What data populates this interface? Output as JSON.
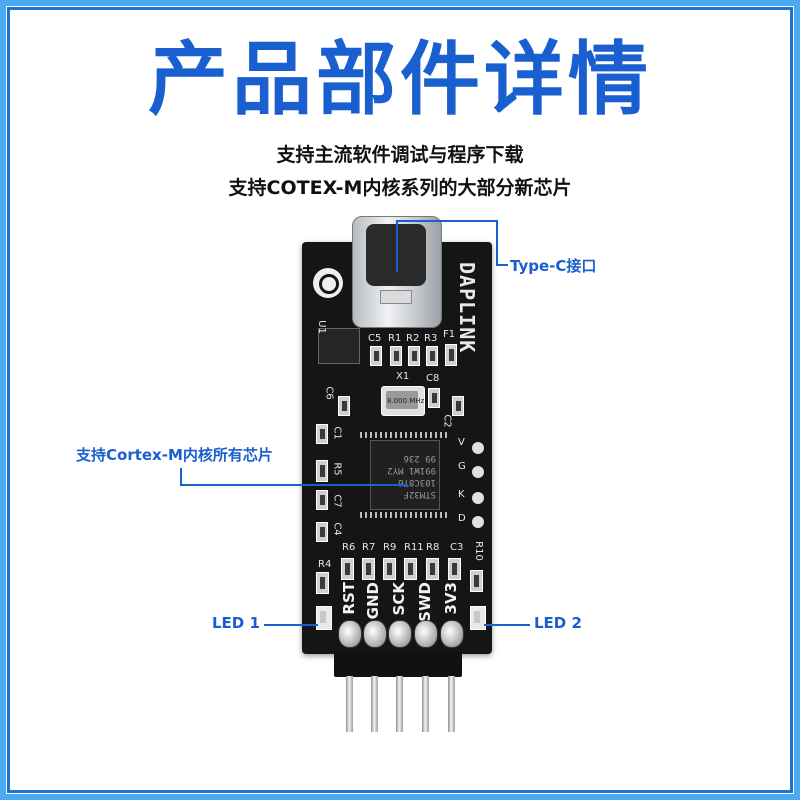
{
  "title": "产品部件详情",
  "subtitle_lines": [
    "支持主流软件调试与程序下载",
    "支持COTEX-M内核系列的大部分新芯片"
  ],
  "callouts": {
    "usb": "Type-C接口",
    "chip": "支持Cortex-M内核所有芯片",
    "led1": "LED 1",
    "led2": "LED 2"
  },
  "board": {
    "brand": "DAPLINK",
    "chip_text": "STM32F 103C8T6 991W1 MY2 99 236",
    "crystal_text": "8.000 MHz",
    "pins": [
      "RST",
      "GND",
      "SCK",
      "SWD",
      "3V3"
    ],
    "component_labels": [
      "U1",
      "C5",
      "R1",
      "R2",
      "R3",
      "F1",
      "X1",
      "C8",
      "C6",
      "C1",
      "R5",
      "C7",
      "C4",
      "C2",
      "R6",
      "R7",
      "R9",
      "R11",
      "R8",
      "C3",
      "R4",
      "R10",
      "V",
      "G",
      "K",
      "D"
    ]
  },
  "colors": {
    "accent": "#1a5fd0",
    "frame": "#4aa9f0",
    "pcb": "#151515"
  }
}
